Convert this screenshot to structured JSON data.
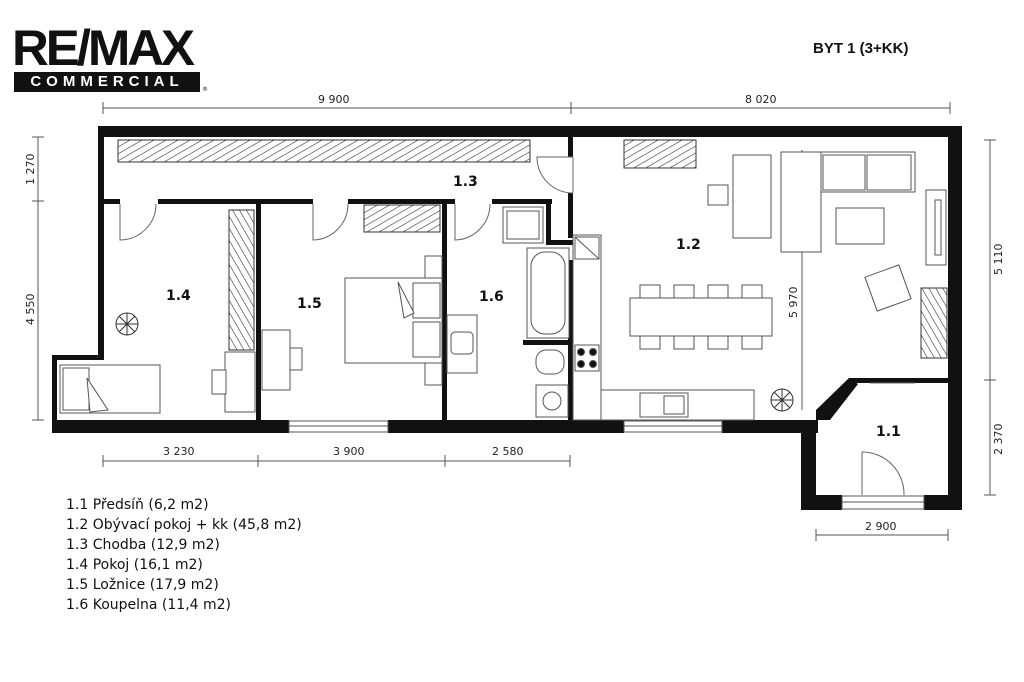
{
  "logo": {
    "brand": "RE/MAX",
    "sub": "COMMERCIAL",
    "reg": "®"
  },
  "title": "BYT 1 (3+KK)",
  "dimensions": {
    "top_left": "9 900",
    "top_right": "8 020",
    "left_upper": "1 270",
    "left_lower": "4 550",
    "bottom_1": "3 230",
    "bottom_2": "3 900",
    "bottom_3": "2 580",
    "bottom_entry": "2 900",
    "right_upper": "5 110",
    "right_lower": "2 370",
    "inner_vertical": "5 970"
  },
  "rooms": {
    "r11": "1.1",
    "r12": "1.2",
    "r13": "1.3",
    "r14": "1.4",
    "r15": "1.5",
    "r16": "1.6"
  },
  "legend": [
    "1.1 Předsíň (6,2 m2)",
    "1.2 Obývací pokoj + kk (45,8 m2)",
    "1.3 Chodba (12,9 m2)",
    "1.4 Pokoj (16,1 m2)",
    "1.5 Ložnice (17,9 m2)",
    "1.6 Koupelna (11,4 m2)"
  ]
}
